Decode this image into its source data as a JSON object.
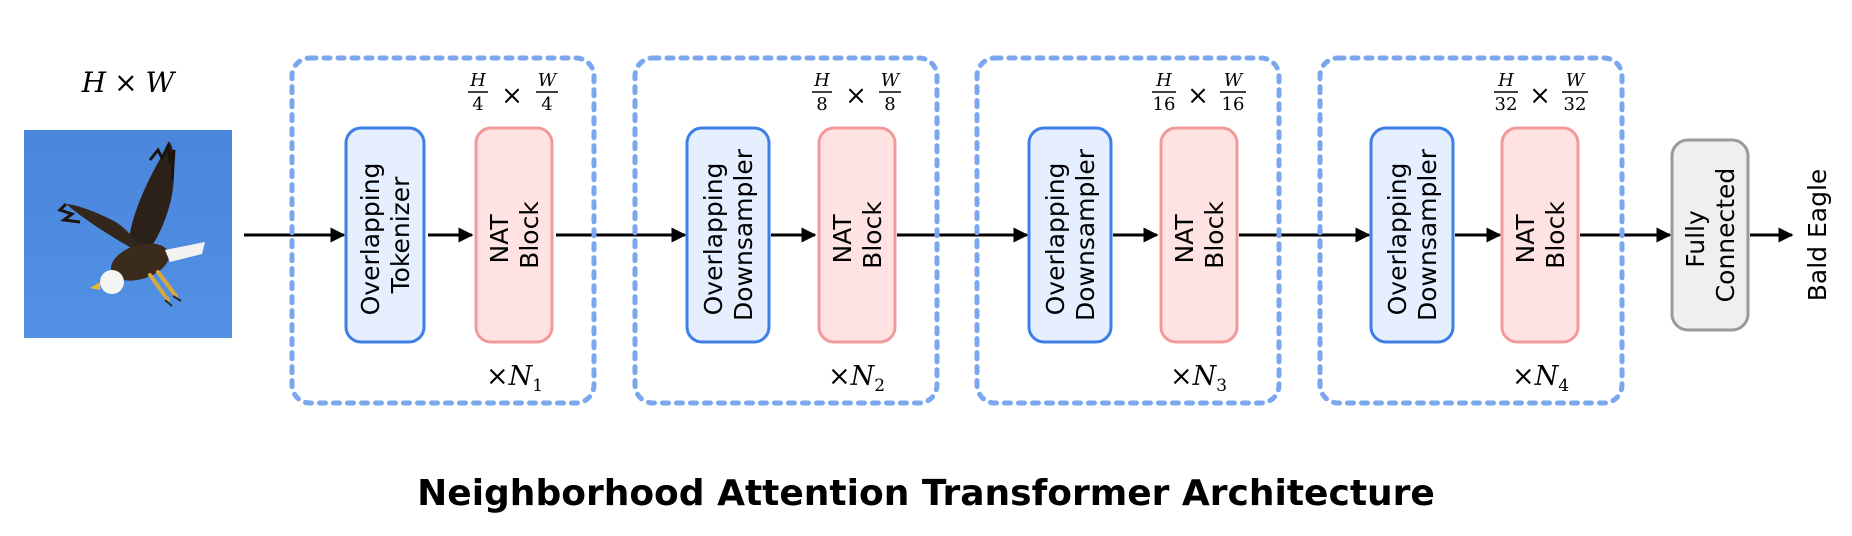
{
  "input": {
    "dims": {
      "h": "H",
      "times": "×",
      "w": "W"
    },
    "image": {
      "sky_color": "#4b88dd",
      "subject": "bald-eagle"
    }
  },
  "stages": [
    {
      "embed_label": [
        "Overlapping",
        "Tokenizer"
      ],
      "block_label": [
        "NAT",
        "Block"
      ],
      "res": {
        "num": "H",
        "den_h": "4",
        "times": "×",
        "num_w": "W",
        "den_w": "4"
      },
      "repeat": {
        "times": "×",
        "n": "N",
        "sub": "1"
      }
    },
    {
      "embed_label": [
        "Overlapping",
        "Downsampler"
      ],
      "block_label": [
        "NAT",
        "Block"
      ],
      "res": {
        "num": "H",
        "den_h": "8",
        "times": "×",
        "num_w": "W",
        "den_w": "8"
      },
      "repeat": {
        "times": "×",
        "n": "N",
        "sub": "2"
      }
    },
    {
      "embed_label": [
        "Overlapping",
        "Downsampler"
      ],
      "block_label": [
        "NAT",
        "Block"
      ],
      "res": {
        "num": "H",
        "den_h": "16",
        "times": "×",
        "num_w": "W",
        "den_w": "16"
      },
      "repeat": {
        "times": "×",
        "n": "N",
        "sub": "3"
      }
    },
    {
      "embed_label": [
        "Overlapping",
        "Downsampler"
      ],
      "block_label": [
        "NAT",
        "Block"
      ],
      "res": {
        "num": "H",
        "den_h": "32",
        "times": "×",
        "num_w": "W",
        "den_w": "32"
      },
      "repeat": {
        "times": "×",
        "n": "N",
        "sub": "4"
      }
    }
  ],
  "head": {
    "label": [
      "Fully",
      "Connected"
    ]
  },
  "output": {
    "label": "Bald Eagle"
  },
  "title": "Neighborhood Attention Transformer Architecture",
  "colors": {
    "stage_border": "#7aa7ee",
    "embed_border": "#3d7fe6",
    "embed_fill": "#e6efff",
    "block_border": "#f29a9a",
    "block_fill": "#ffe3e3",
    "head_border": "#9a9a9a",
    "head_fill": "#efefef",
    "arrow": "#000000"
  }
}
